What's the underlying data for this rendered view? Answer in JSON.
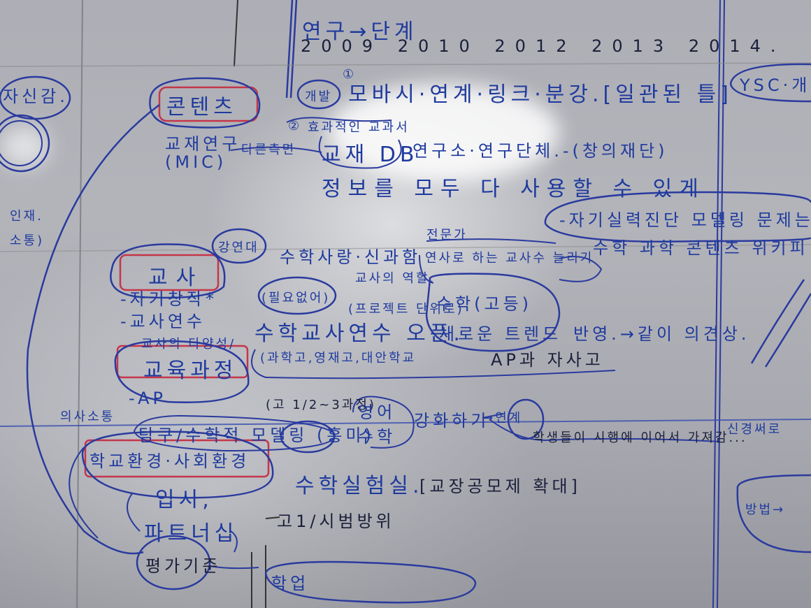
{
  "header": {
    "title": "연구→단계",
    "years": "2009 2010 2012 2013 2014."
  },
  "left_edge": {
    "self_confidence": "자신감.",
    "people": "인재.",
    "communication": "소통)"
  },
  "contents": {
    "label": "콘텐츠",
    "textbook_research": "교재연구",
    "mic": "(MIC)",
    "other_side": "다른측면"
  },
  "development": {
    "num1": "①",
    "label": "개발",
    "items": "모바시·연계·링크·분강.[일관된 틀]",
    "num2": "②",
    "effective_textbook": "효과적인 교과서",
    "textbook_db": "교재 DB",
    "institutes": "연구소·연구단체.-(창의재단)",
    "gather_info": "정보를 모두 다 사용할 수 있게"
  },
  "right_side": {
    "ysc": "YSC·개념",
    "self_diagnosis": "-자기실력진단 모델링 문제는",
    "math_science_content": "수학 과학 콘텐츠 위키피",
    "reflect": "반영.→같이 의견상.",
    "partial_sink": "신경써로",
    "method": "방법→"
  },
  "teachers": {
    "invite": "강연대",
    "math_events": "수학사랑·신과함",
    "expert": "전문가",
    "experts_inviting": "연사로 하는 교사수 늘리기",
    "teacher_role": "교사의 역할.",
    "label": "교사",
    "self_creation": "-자기창작*",
    "needed": "(필요없어)",
    "training": "-교사연수",
    "training_open": "수학교사연수 오픈.",
    "project_based": "(프로젝트 단위로)",
    "math_high": "수학(고등)",
    "new_trend": "새로운 트렌드",
    "diversity": "교사의 다양성/",
    "school_types": "(과학고,영재고,대안학교",
    "ap_seat": "AP과 자사고"
  },
  "curriculum": {
    "label": "교육과정",
    "ap": "-AP",
    "high_grade": "(고 1/2~3과정)",
    "decision": "의사소통",
    "english_math": "영어 수학",
    "reinforce": "강화하기",
    "arrow_link": "→연계",
    "explore_modeling": "탐구/수학적 모델링 (흥미)",
    "support_desk": "학생들이 시행에 이어서 가져감..."
  },
  "school_environment": {
    "label": "학교환경·사회환경",
    "admissions": "입시,",
    "partnership": "파트너십",
    "evaluation": "평가기준",
    "math_lab": "수학실험실.",
    "expand": "[교장공모제 확대]",
    "pilot": "고1/시범방위",
    "academic": "학업"
  }
}
